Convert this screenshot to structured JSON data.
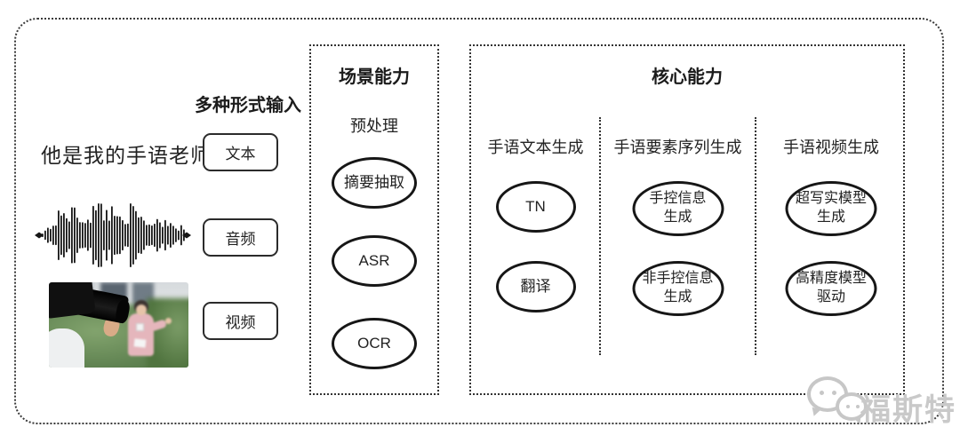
{
  "input": {
    "label": "多种形式输入",
    "sample_text": "他是我的手语老师",
    "buttons": [
      {
        "label": "文本"
      },
      {
        "label": "音频"
      },
      {
        "label": "视频"
      }
    ],
    "icons": [
      "audio-waveform-icon",
      "video-frame-image"
    ]
  },
  "scene": {
    "title": "场景能力",
    "subtitle": "预处理",
    "nodes": [
      {
        "label": "摘要抽取"
      },
      {
        "label": "ASR"
      },
      {
        "label": "OCR"
      }
    ]
  },
  "core": {
    "title": "核心能力",
    "columns": [
      {
        "header": "手语文本生成",
        "nodes": [
          {
            "label": "TN"
          },
          {
            "label": "翻译"
          }
        ]
      },
      {
        "header": "手语要素序列生成",
        "nodes": [
          {
            "label": "手控信息\n生成"
          },
          {
            "label": "非手控信息\n生成"
          }
        ]
      },
      {
        "header": "手语视频生成",
        "nodes": [
          {
            "label": "超写实模型\n生成"
          },
          {
            "label": "高精度模型\n驱动"
          }
        ]
      }
    ]
  },
  "watermark": {
    "logo": "wechat-icon",
    "text": "福斯特"
  },
  "colors": {
    "line": "#2b2b2b",
    "node_border": "#161616",
    "text": "#1f1f1f",
    "watermark": "#c9c9c9",
    "reporter_pink": "#e5b6bc",
    "hedge_green": "#5d804f"
  }
}
